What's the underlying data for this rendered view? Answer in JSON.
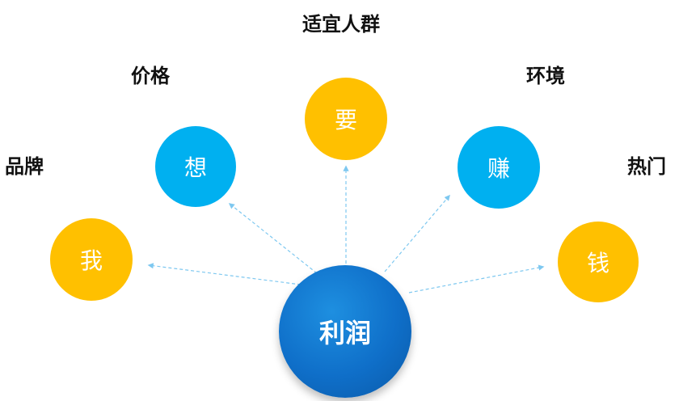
{
  "center": {
    "text": "利润",
    "color": "#1475D2"
  },
  "nodes": [
    {
      "text": "我",
      "color": "#FFC000"
    },
    {
      "text": "想",
      "color": "#00B0F0"
    },
    {
      "text": "要",
      "color": "#FFC000"
    },
    {
      "text": "赚",
      "color": "#00B0F0"
    },
    {
      "text": "钱",
      "color": "#FFC000"
    }
  ],
  "labels": {
    "brand": "品牌",
    "price": "价格",
    "audience": "适宜人群",
    "environment": "环境",
    "popular": "热门"
  },
  "connector_color": "#7EC8F0"
}
